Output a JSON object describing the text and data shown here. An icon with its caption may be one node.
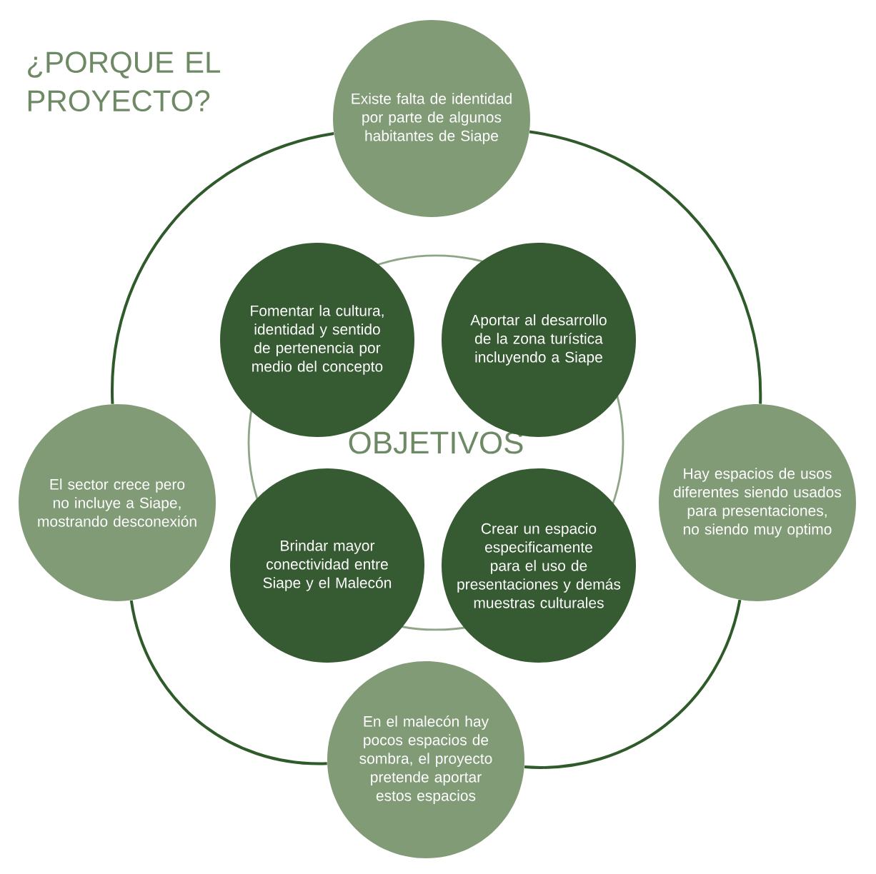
{
  "diagram": {
    "title": "¿PORQUE EL PROYECTO?",
    "nodes": [
      {
        "text": [
          "Existe falta de identidad por parte de algunos habitantes de Siape"
        ]
      },
      {
        "text": [
          "OBJETIVOS"
        ]
      },
      {
        "text": [
          "Fomentar la cultura, identidad y sentido de pertenencia por medio del concepto"
        ]
      },
      {
        "text": [
          "Aportar al desarrollo de la zona turística incluyendo a Siape"
        ]
      },
      {
        "text": [
          "El sector crece pero no incluye a Siape, mostrando desconexión"
        ]
      },
      {
        "text": [
          "Hay espacios de usos diferentes siendo usados para presentaciones, no siendo muy optimo"
        ]
      },
      {
        "text": [
          "Brindar mayor conectividad entre Siape y el Malecón"
        ]
      },
      {
        "text": [
          "Crear un espacio especificamente para el uso de presentaciones y demás muestras culturales"
        ]
      },
      {
        "text": [
          "En el malecón hay pocos espacios de sombra, el proyecto pretende aportar estos espacios"
        ]
      }
    ],
    "edges": [
      {
        "from": 0,
        "to": 5,
        "arrow": "none"
      },
      {
        "from": 5,
        "to": 8,
        "arrow": "none"
      },
      {
        "from": 8,
        "to": 4,
        "arrow": "none"
      },
      {
        "from": 4,
        "to": 0,
        "arrow": "none"
      }
    ]
  }
}
